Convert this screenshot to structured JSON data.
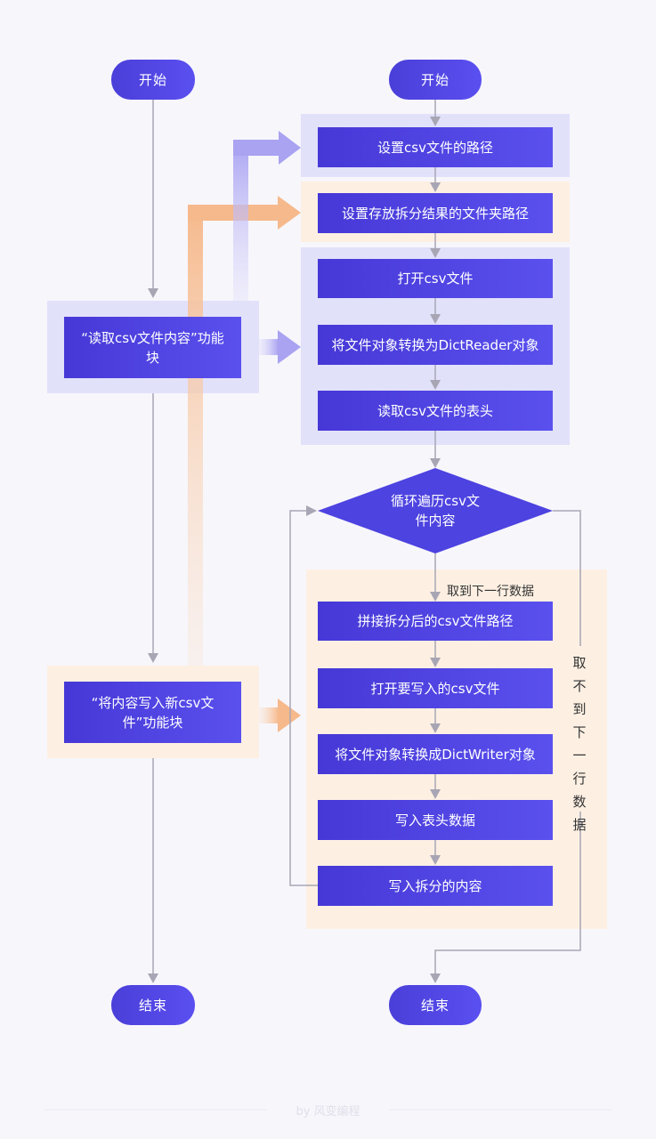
{
  "left": {
    "start": "开始",
    "read_block": "“读取csv文件内容”功能块",
    "write_block": "“将内容写入新csv文件”功能块",
    "end": "结束"
  },
  "right": {
    "start": "开始",
    "step1": "设置csv文件的路径",
    "step2": "设置存放拆分结果的文件夹路径",
    "step3": "打开csv文件",
    "step4": "将文件对象转换为DictReader对象",
    "step5": "读取csv文件的表头",
    "loop": "循环遍历csv文件内容",
    "got_next": "取到下一行数据",
    "step6": "拼接拆分后的csv文件路径",
    "step7": "打开要写入的csv文件",
    "step8": "将文件对象转换成DictWriter对象",
    "step9": "写入表头数据",
    "step10": "写入拆分的内容",
    "no_next": "取不到下一行数据",
    "end": "结束"
  },
  "footer": "by 风变编程",
  "colors": {
    "box": "#4a3fd8",
    "panel_blue": "#e2e1fa",
    "panel_peach": "#fdf0e3",
    "arrow_blue": "#a9a3f2",
    "arrow_orange": "#f6b98c",
    "connector": "#a8a6b4"
  }
}
